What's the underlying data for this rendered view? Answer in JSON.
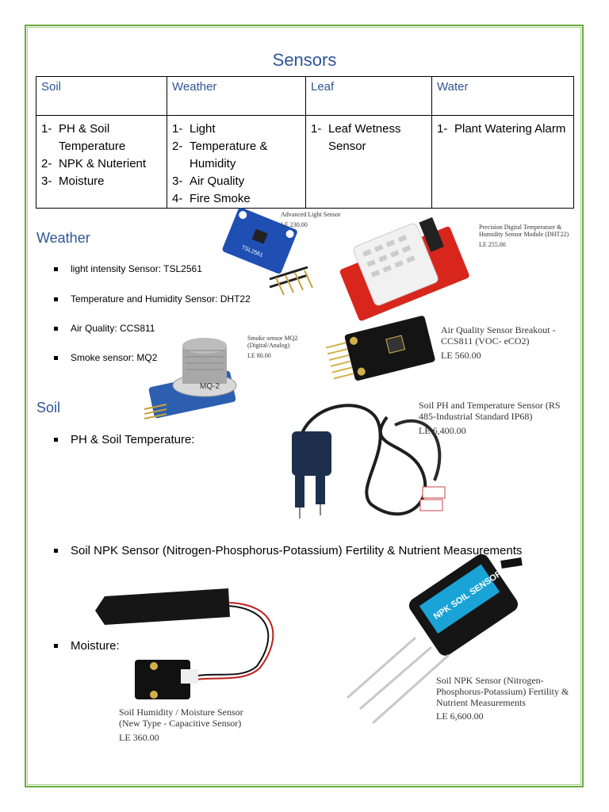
{
  "title": "Sensors",
  "table": {
    "headers": [
      "Soil",
      "Weather",
      "Leaf",
      "Water"
    ],
    "columns": [
      [
        {
          "n": "1-",
          "t": "PH & Soil Temperature"
        },
        {
          "n": "2-",
          "t": "NPK & Nuterient"
        },
        {
          "n": "3-",
          "t": "Moisture"
        }
      ],
      [
        {
          "n": "1-",
          "t": "Light"
        },
        {
          "n": "2-",
          "t": "Temperature & Humidity"
        },
        {
          "n": "3-",
          "t": "Air Quality"
        },
        {
          "n": "4-",
          "t": "Fire Smoke"
        }
      ],
      [
        {
          "n": "1-",
          "t": "Leaf Wetness Sensor"
        }
      ],
      [
        {
          "n": "1-",
          "t": "Plant Watering Alarm"
        }
      ]
    ]
  },
  "weather": {
    "heading": "Weather",
    "bullets": [
      "light intensity Sensor: TSL2561",
      "Temperature and Humidity Sensor: DHT22",
      "Air Quality: CCS811",
      "Smoke sensor: MQ2"
    ],
    "products": {
      "light": {
        "name": "Advanced Light Sensor",
        "price": "LE 230.00"
      },
      "dht22": {
        "name": "Precision Digital Temperature & Humidity Sensor Module (DHT22)",
        "price": "LE 255.00"
      },
      "mq2": {
        "name": "Smoke sensor MQ2 (Digital/Analog)",
        "price": "LE 80.00"
      },
      "ccs811": {
        "name": "Air Quality Sensor Breakout - CCS811 (VOC- eCO2)",
        "price": "LE 560.00"
      }
    }
  },
  "soil": {
    "heading": "Soil",
    "bullets": [
      "PH & Soil Temperature:",
      "Soil NPK Sensor (Nitrogen-Phosphorus-Potassium) Fertility & Nutrient Measurements",
      "Moisture:"
    ],
    "products": {
      "ph": {
        "name": "Soil PH and Temperature Sensor (RS 485-Industrial Standard IP68)",
        "price": "LE 6,400.00"
      },
      "moisture": {
        "name": "Soil Humidity / Moisture Sensor (New Type - Capacitive Sensor)",
        "price": "LE 360.00"
      },
      "npk": {
        "name": "Soil NPK Sensor (Nitrogen-Phosphorus-Potassium) Fertility & Nutrient Measurements",
        "price": "LE 6,600.00"
      }
    },
    "labels": {
      "mq2_chip": "MQ-2",
      "tsl_chip": "TSL2561",
      "npk_body": "NPK SOIL SENSOR"
    }
  }
}
